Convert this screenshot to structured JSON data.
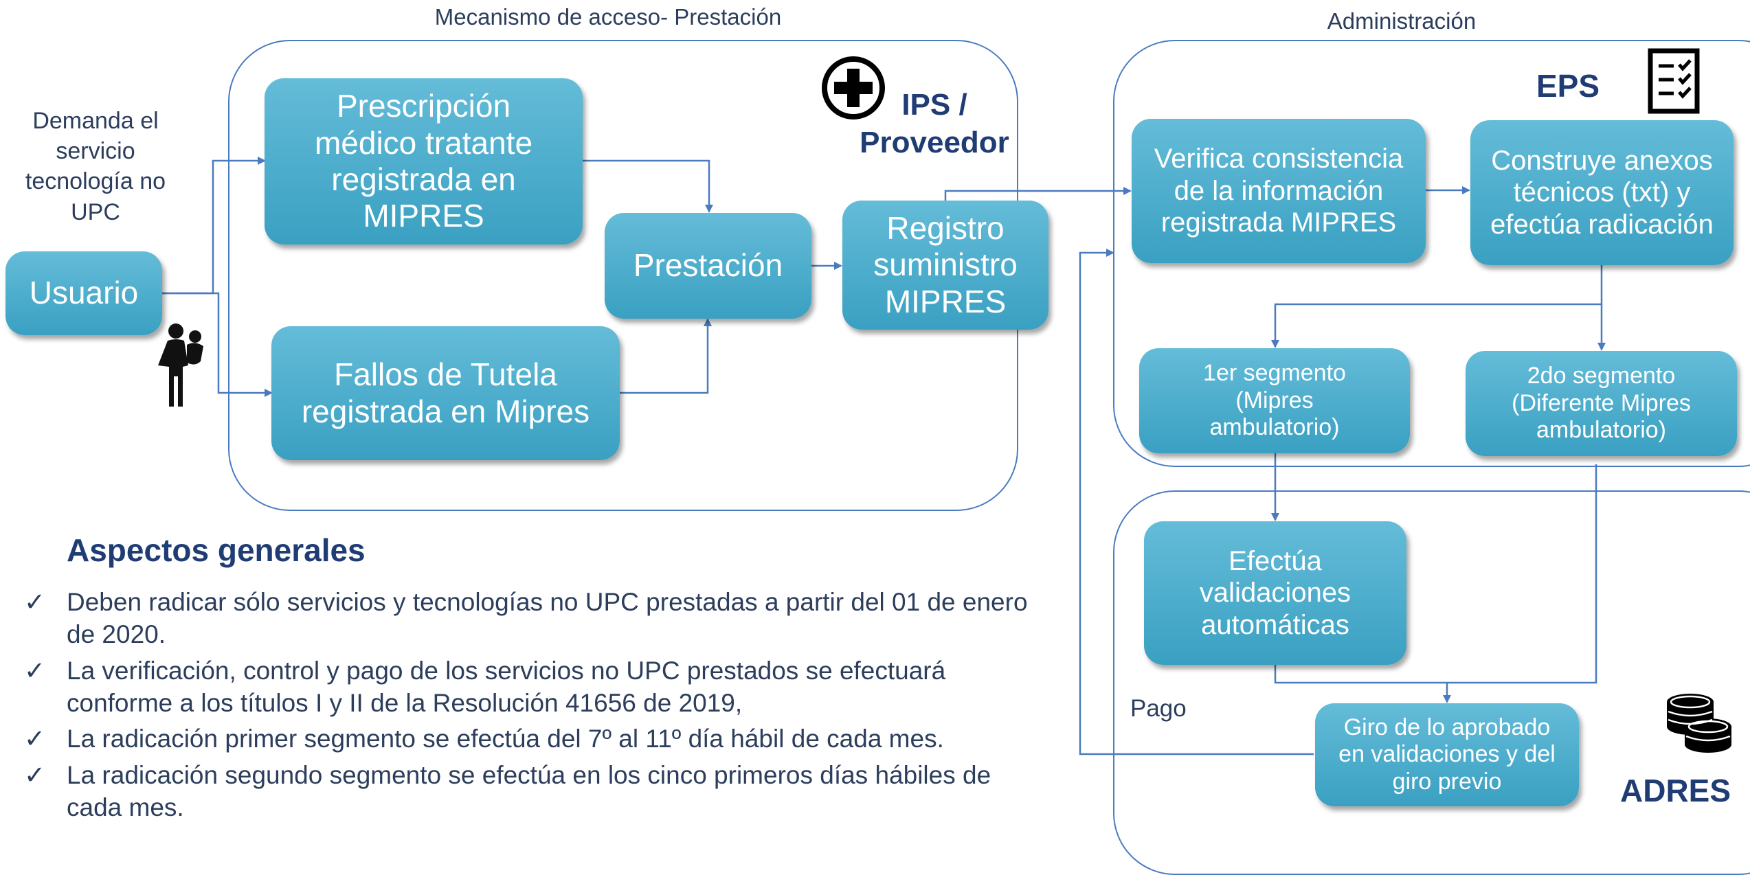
{
  "sections": {
    "acceso_title": "Mecanismo de acceso- Prestación",
    "administracion_title": "Administración",
    "pago_label": "Pago"
  },
  "actors": {
    "demanda": "Demanda el servicio tecnología no UPC",
    "usuario": "Usuario",
    "ips": "IPS / Proveedor",
    "eps": "EPS",
    "adres": "ADRES"
  },
  "nodes": {
    "prescripcion": "Prescripción médico tratante registrada en MIPRES",
    "tutela": "Fallos de Tutela registrada en Mipres",
    "prestacion": "Prestación",
    "registro": "Registro suministro MIPRES",
    "verifica": "Verifica consistencia de la información registrada MIPRES",
    "construye": "Construye anexos técnicos (txt) y efectúa radicación",
    "segmento1": "1er segmento (Mipres ambulatorio)",
    "segmento2": "2do segmento (Diferente Mipres ambulatorio)",
    "validaciones": "Efectúa validaciones automáticas",
    "giro": "Giro de lo aprobado en validaciones y del giro previo"
  },
  "aspectos": {
    "title": "Aspectos generales",
    "items": [
      "Deben radicar sólo servicios y tecnologías no UPC prestadas a partir del 01 de enero de 2020.",
      "La verificación, control y pago de los servicios no UPC prestados se efectuará conforme a los títulos I y II de la Resolución 41656 de 2019,",
      "La radicación primer segmento se efectúa del 7º al 11º día hábil de cada mes.",
      "La radicación segundo segmento se efectúa en los cinco primeros días hábiles de cada mes."
    ]
  },
  "icons": {
    "ips": "medical-cross-icon",
    "eps": "checklist-icon",
    "adres": "coins-icon",
    "usuario": "mother-child-icon",
    "bullet": "checkmark-icon"
  },
  "colors": {
    "box": "#4aaacb",
    "frame": "#4a7bbf",
    "connector": "#4a7bbf",
    "heading": "#1f3c74"
  }
}
